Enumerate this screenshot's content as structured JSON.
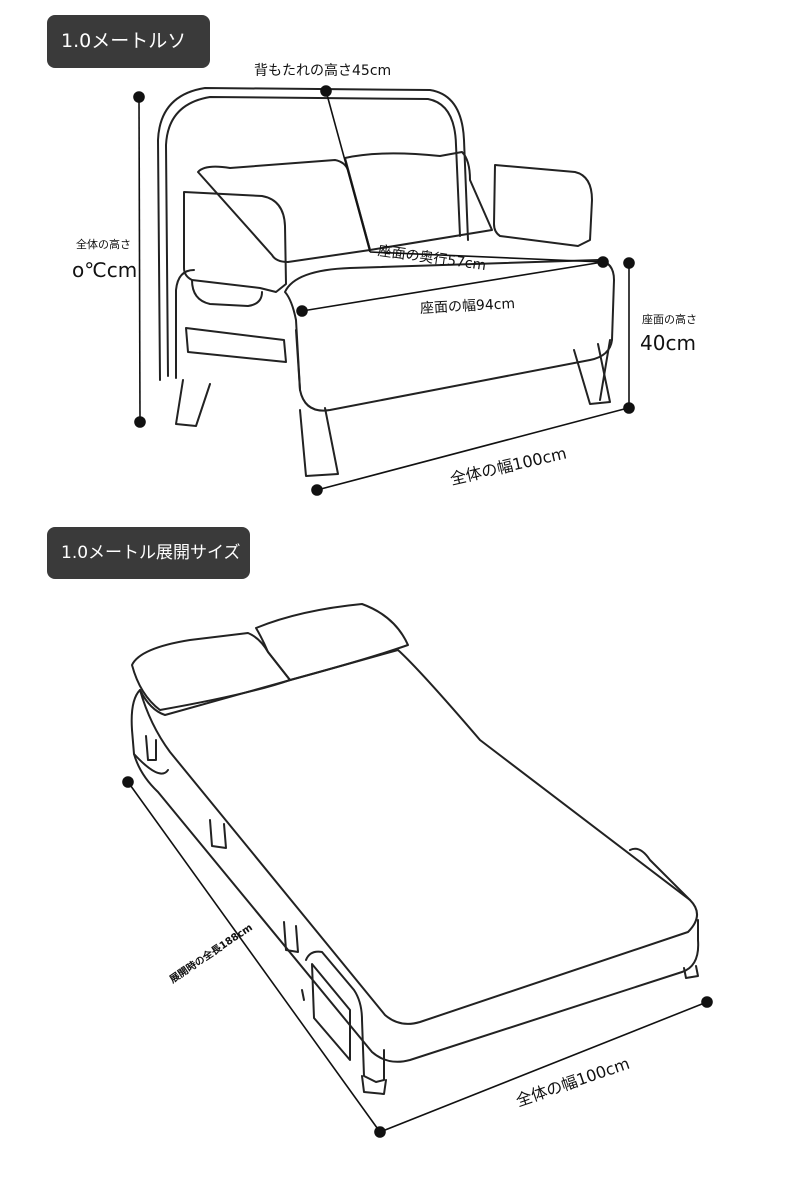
{
  "sections": [
    {
      "title": "1.0メートルソ",
      "labels": {
        "back_height": "背もたれの高さ45cm",
        "total_height_title": "全体の高さ",
        "total_height_value": "o℃cm",
        "seat_depth": "座面の奥行57cm",
        "seat_width": "座面の幅94cm",
        "seat_height_title": "座面の高さ",
        "seat_height_value": "40cm",
        "total_width": "全体の幅100cm"
      }
    },
    {
      "title": "1.0メートル展開サイズ",
      "labels": {
        "unfolded_length": "展開時の全長188cm",
        "total_width": "全体の幅100cm"
      }
    }
  ],
  "colors": {
    "badge_bg": "#3a3a3a",
    "badge_text": "#ffffff",
    "line": "#111111"
  }
}
